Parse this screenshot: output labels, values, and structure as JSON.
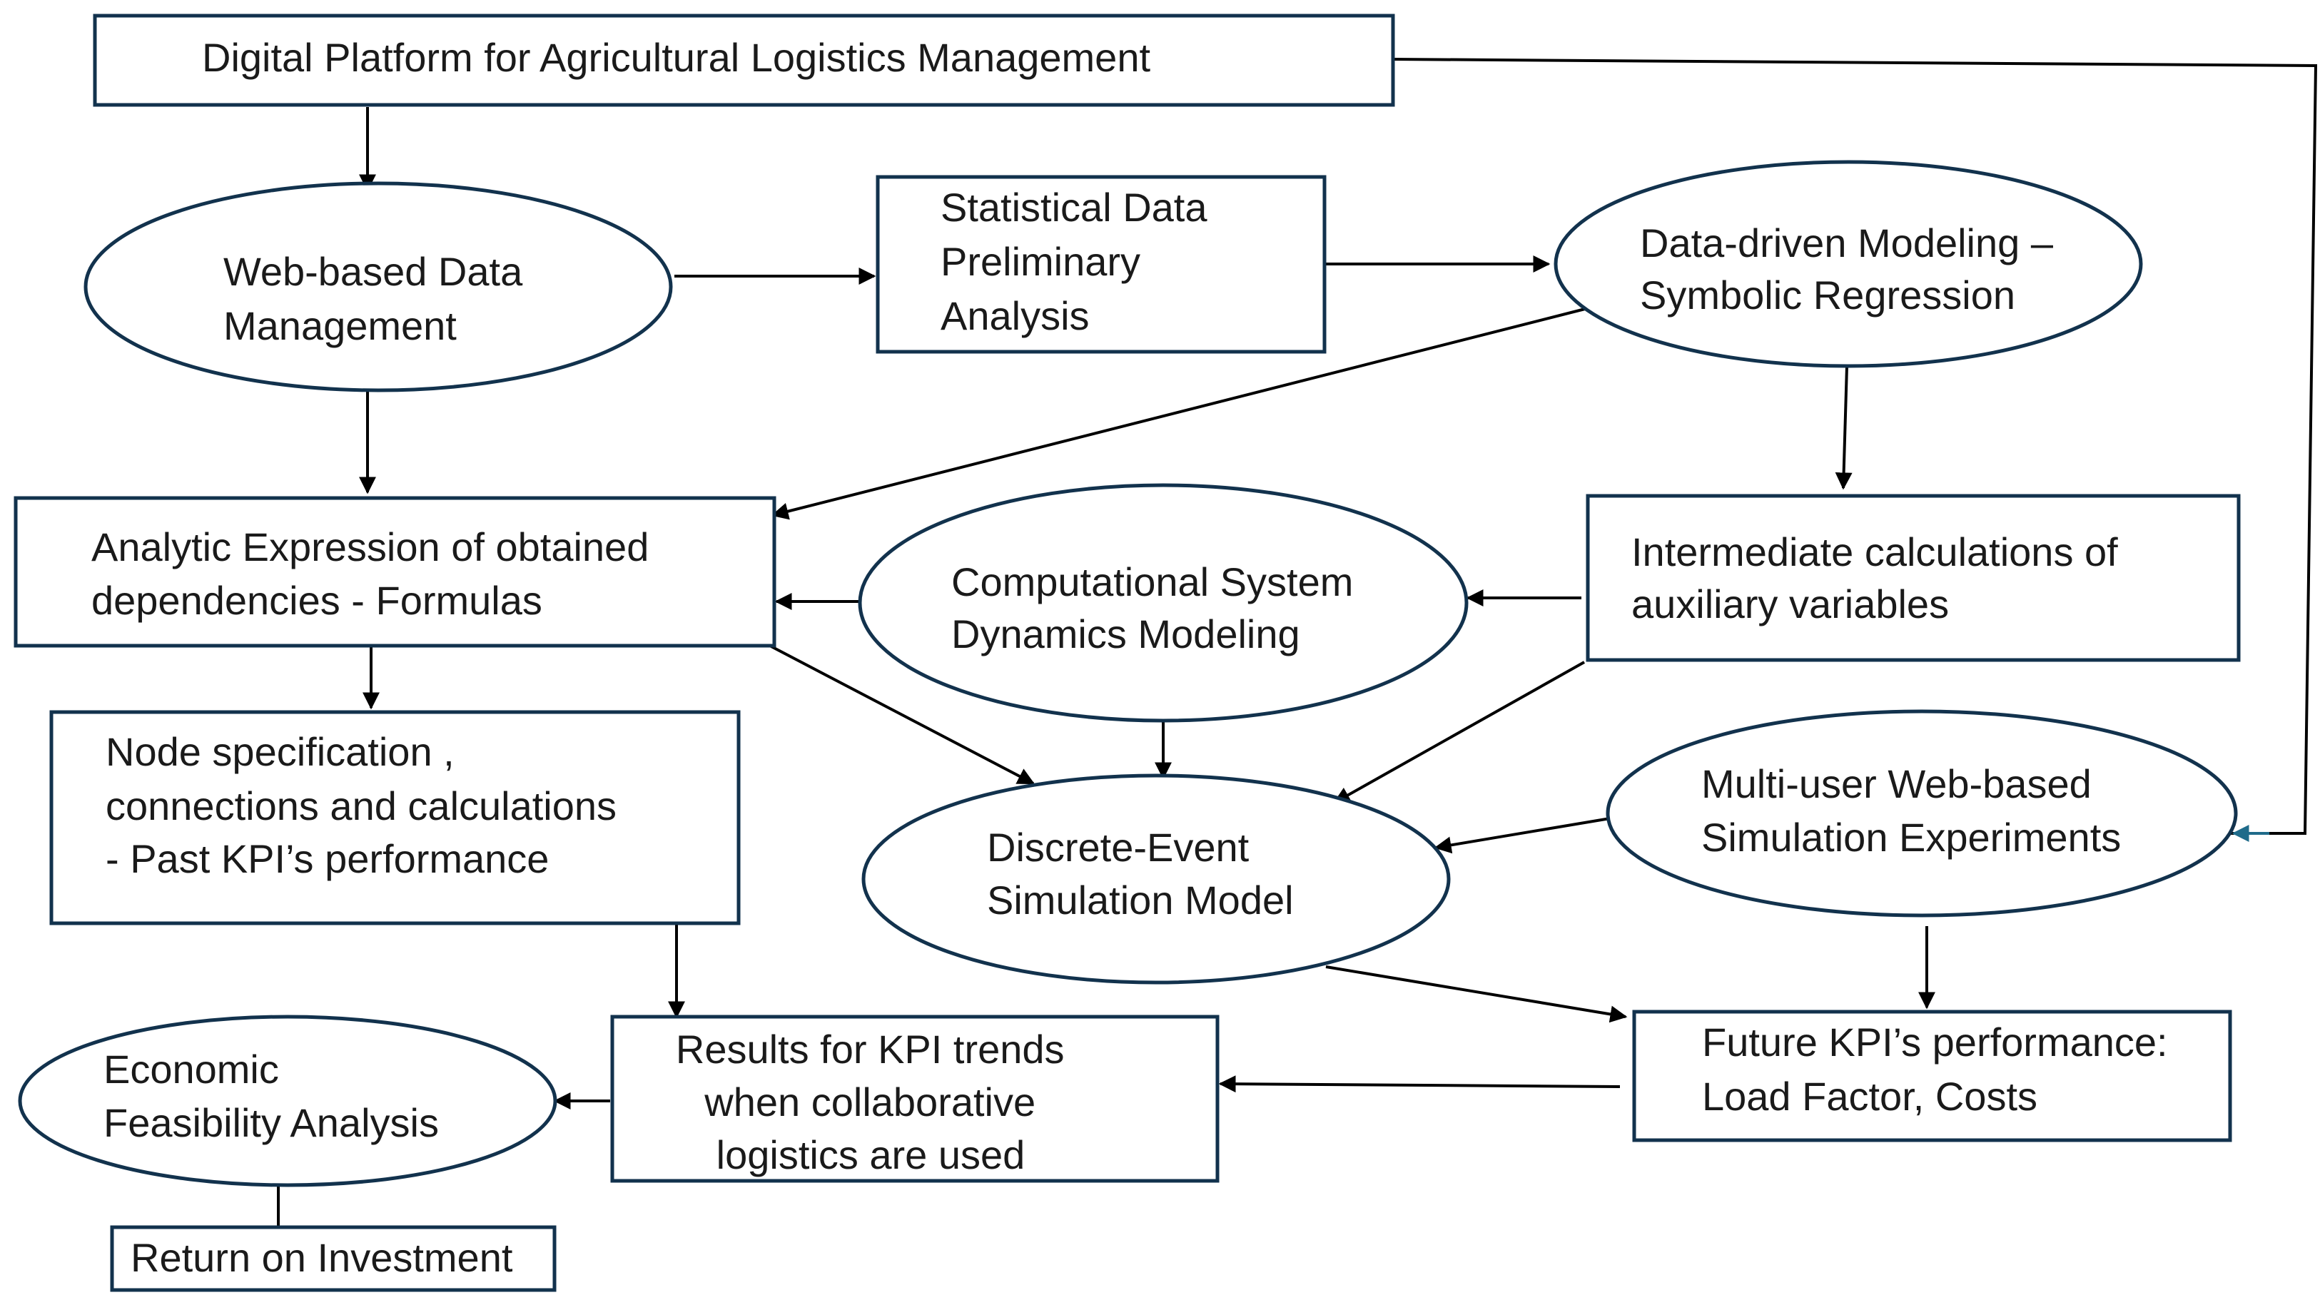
{
  "diagram": {
    "accent_colors": {
      "node_border": "#12324d",
      "edge": "#000000",
      "feedback_edge": "#1f6b8a"
    },
    "nodes": {
      "platform": {
        "shape": "rectangle",
        "lines": [
          "Digital Platform for Agricultural Logistics Management"
        ]
      },
      "web_data": {
        "shape": "ellipse",
        "lines": [
          "Web-based Data",
          "Management"
        ]
      },
      "stat_analysis": {
        "shape": "rectangle",
        "lines": [
          "Statistical Data",
          "Preliminary",
          "Analysis"
        ]
      },
      "symbolic_regression": {
        "shape": "ellipse",
        "lines": [
          "Data-driven Modeling –",
          "Symbolic Regression"
        ]
      },
      "analytic_expression": {
        "shape": "rectangle",
        "lines": [
          "Analytic Expression of obtained",
          "dependencies - Formulas"
        ]
      },
      "system_dynamics": {
        "shape": "ellipse",
        "lines": [
          "Computational System",
          "Dynamics Modeling"
        ]
      },
      "intermediate_calc": {
        "shape": "rectangle",
        "lines": [
          "Intermediate calculations of",
          "auxiliary variables"
        ]
      },
      "node_spec": {
        "shape": "rectangle",
        "lines": [
          "Node specification ,",
          "connections and calculations",
          "- Past KPI’s performance"
        ]
      },
      "discrete_event": {
        "shape": "ellipse",
        "lines": [
          "Discrete-Event",
          "Simulation Model"
        ]
      },
      "multi_user": {
        "shape": "ellipse",
        "lines": [
          "Multi-user Web-based",
          "Simulation Experiments"
        ]
      },
      "results_kpi": {
        "shape": "rectangle",
        "lines": [
          "Results for KPI trends",
          "when collaborative",
          "logistics are used"
        ]
      },
      "economic": {
        "shape": "ellipse",
        "lines": [
          "Economic",
          "Feasibility Analysis"
        ]
      },
      "future_kpi": {
        "shape": "rectangle",
        "lines": [
          "Future KPI’s performance:",
          "Load Factor, Costs"
        ]
      },
      "roi": {
        "shape": "rectangle",
        "lines": [
          "Return on Investment"
        ]
      }
    },
    "edges": [
      {
        "from": "platform",
        "to": "web_data"
      },
      {
        "from": "platform",
        "to": "multi_user"
      },
      {
        "from": "web_data",
        "to": "stat_analysis"
      },
      {
        "from": "web_data",
        "to": "analytic_expression"
      },
      {
        "from": "stat_analysis",
        "to": "symbolic_regression"
      },
      {
        "from": "symbolic_regression",
        "to": "analytic_expression"
      },
      {
        "from": "symbolic_regression",
        "to": "intermediate_calc"
      },
      {
        "from": "system_dynamics",
        "to": "analytic_expression"
      },
      {
        "from": "intermediate_calc",
        "to": "system_dynamics"
      },
      {
        "from": "analytic_expression",
        "to": "node_spec"
      },
      {
        "from": "analytic_expression",
        "to": "discrete_event"
      },
      {
        "from": "system_dynamics",
        "to": "discrete_event"
      },
      {
        "from": "intermediate_calc",
        "to": "discrete_event"
      },
      {
        "from": "multi_user",
        "to": "discrete_event"
      },
      {
        "from": "node_spec",
        "to": "results_kpi"
      },
      {
        "from": "discrete_event",
        "to": "future_kpi"
      },
      {
        "from": "multi_user",
        "to": "future_kpi"
      },
      {
        "from": "future_kpi",
        "to": "results_kpi"
      },
      {
        "from": "results_kpi",
        "to": "economic"
      },
      {
        "from": "economic",
        "to": "roi"
      }
    ]
  }
}
